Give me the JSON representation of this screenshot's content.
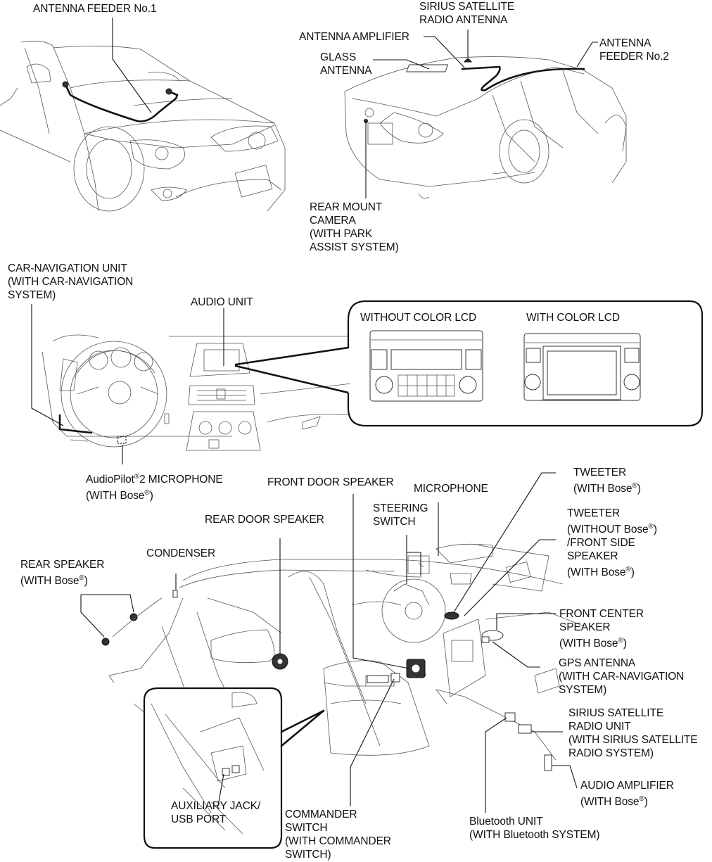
{
  "title": "Audio system component location diagram",
  "labels": {
    "antenna_feeder_1": "ANTENNA FEEDER No.1",
    "sirius_antenna": "SIRIUS SATELLITE\nRADIO ANTENNA",
    "antenna_amplifier": "ANTENNA AMPLIFIER",
    "glass_antenna": "GLASS\nANTENNA",
    "antenna_feeder_2": "ANTENNA\nFEEDER No.2",
    "rear_mount_camera": "REAR MOUNT\nCAMERA\n(WITH PARK\nASSIST SYSTEM)",
    "car_navigation_unit": "CAR-NAVIGATION UNIT\n(WITH CAR-NAVIGATION\nSYSTEM)",
    "audio_unit": "AUDIO UNIT",
    "without_color_lcd": "WITHOUT COLOR LCD",
    "with_color_lcd": "WITH COLOR LCD",
    "audiopilot_mic_line1_a": "AudioPilot",
    "audiopilot_mic_line1_b": "2 MICROPHONE",
    "audiopilot_mic_line2_a": "(WITH Bose",
    "audiopilot_mic_line2_b": ")",
    "front_door_speaker": "FRONT DOOR SPEAKER",
    "microphone": "MICROPHONE",
    "steering_switch": "STEERING\nSWITCH",
    "rear_door_speaker": "REAR DOOR SPEAKER",
    "condenser": "CONDENSER",
    "rear_speaker_line1": "REAR SPEAKER",
    "rear_speaker_line2_a": "(WITH Bose",
    "rear_speaker_line2_b": ")",
    "tweeter_bose_line1": "TWEETER",
    "tweeter_bose_line2_a": "(WITH Bose",
    "tweeter_bose_line2_b": ")",
    "tweeter_nobose_line1": "TWEETER",
    "tweeter_nobose_line2_a": "(WITHOUT Bose",
    "tweeter_nobose_line2_b": ")",
    "tweeter_nobose_line3": "/FRONT SIDE\nSPEAKER",
    "tweeter_nobose_line4_a": "(WITH Bose",
    "tweeter_nobose_line4_b": ")",
    "front_center_line1": "FRONT CENTER\nSPEAKER",
    "front_center_line2_a": "(WITH Bose",
    "front_center_line2_b": ")",
    "gps_antenna": "GPS ANTENNA\n(WITH CAR-NAVIGATION\nSYSTEM)",
    "sirius_unit": "SIRIUS SATELLITE\nRADIO UNIT\n(WITH SIRIUS SATELLITE\nRADIO SYSTEM)",
    "audio_amp_line1": "AUDIO AMPLIFIER",
    "audio_amp_line2_a": "(WITH Bose",
    "audio_amp_line2_b": ")",
    "aux_jack": "AUXILIARY JACK/\nUSB PORT",
    "commander_switch": "COMMANDER\nSWITCH\n(WITH COMMANDER\nSWITCH)",
    "bluetooth_unit": "Bluetooth UNIT\n(WITH Bluetooth SYSTEM)",
    "registered_mark": "®"
  }
}
